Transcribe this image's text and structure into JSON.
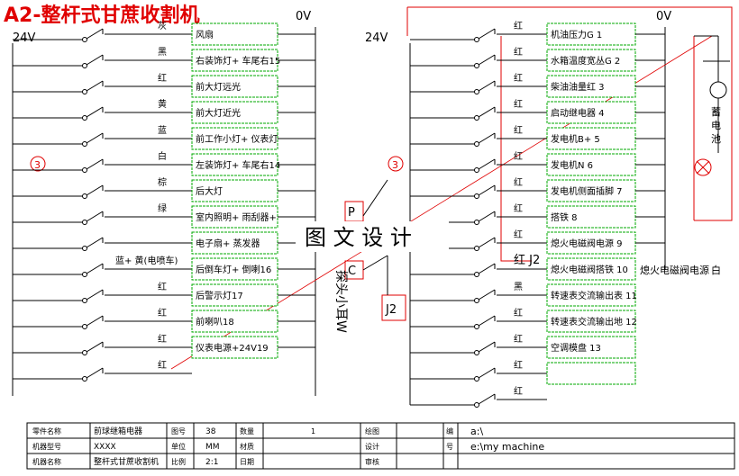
{
  "title": "A2-整杆式甘蔗收割机",
  "zero_volt": "0V",
  "supply_voltage": "24V",
  "circle_marker": "3",
  "watermark": "图 文 设 计",
  "left_panel": {
    "wire_colors": [
      "灰",
      "黑",
      "红",
      "黄",
      "蓝",
      "白",
      "棕",
      "绿",
      "",
      "蓝+ 黄(电喷车)",
      "红",
      "红",
      "红",
      "红"
    ],
    "loads": [
      "风扇",
      "右装饰灯+ 车尾右15",
      "前大灯远光",
      "前大灯近光",
      "前工作小灯+ 仪表灯",
      "左装饰灯+ 车尾右14",
      "后大灯",
      "室内照明+ 雨刮器+",
      "电子扇+ 蒸发器",
      "后倒车灯+ 倒喇16",
      "后警示灯17",
      "前喇叭18",
      "仪表电源+24V19"
    ]
  },
  "right_panel": {
    "wire_colors": [
      "红",
      "红",
      "红",
      "红",
      "红",
      "红",
      "红",
      "红",
      "红",
      "红 J2",
      "黑",
      "红",
      "红",
      "红",
      "红"
    ],
    "loads": [
      "机油压力G 1",
      "水箱温度宽丛G 2",
      "柴油油量红 3",
      "启动继电器 4",
      "发电机B+ 5",
      "发电机N 6",
      "发电机侧面插脚 7",
      "搭铁 8",
      "熄火电磁阀电源 9",
      "熄火电磁阀搭铁 10",
      "转速表交流输出表 11",
      "转速表交流输出地 12",
      "空调模盘 13",
      ""
    ],
    "extra_label": "熄火电磁阀电源",
    "extra_color": "白",
    "battery_label": "蓄电池"
  },
  "middle": {
    "connector_p": "P",
    "connector_c": "C",
    "connector_j2": "J2",
    "probe_label": "探头小耳W"
  },
  "title_block": {
    "rows": [
      [
        "零件名称",
        "前球继箱电器",
        "图号",
        "38",
        "数量",
        "1",
        "绘图",
        ""
      ],
      [
        "机器型号",
        "XXXX",
        "单位",
        "MM",
        "材质",
        "",
        "设计",
        ""
      ],
      [
        "机器名称",
        "整杆式甘蔗收割机",
        "比例",
        "2:1",
        "日期",
        "",
        "审核",
        ""
      ]
    ],
    "side_rows": [
      [
        "编",
        "a:\\"
      ],
      [
        "号",
        "e:\\my machine"
      ]
    ]
  },
  "colors": {
    "wire": "#000000",
    "box": "#00aa00",
    "accent": "#e00000",
    "text": "#000000"
  }
}
